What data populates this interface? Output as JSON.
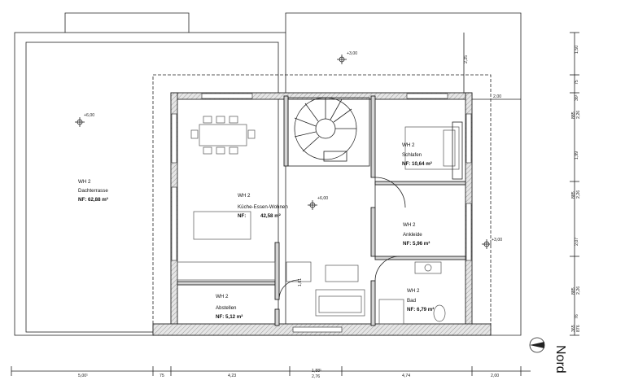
{
  "rooms": {
    "terrasse": {
      "unit": "WH 2",
      "name": "Dachterrasse",
      "area": "NF: 62,88 m²"
    },
    "kueche": {
      "unit": "WH 2",
      "name": "Küche-Essen-Wohnen",
      "nf": "NF:",
      "area": "42,58 m²"
    },
    "schlafen": {
      "unit": "WH 2",
      "name": "Schlafen",
      "area": "NF: 10,64 m²"
    },
    "ankleide": {
      "unit": "WH 2",
      "name": "Ankleide",
      "area": "NF: 5,96 m²"
    },
    "abstellen": {
      "unit": "WH 2",
      "name": "Abstellen",
      "area": "NF: 5,12 m²"
    },
    "bad": {
      "unit": "WH 2",
      "name": "Bad",
      "area": "NF: 6,79 m²"
    }
  },
  "levels": {
    "terrasse": "+6,00",
    "top": "+3,00",
    "kueche": "+6,00",
    "right": "+3,00"
  },
  "dimensions": {
    "bottom": [
      "5,00¹",
      "75",
      "4,23",
      "1,88¹",
      "2,76",
      "4,74",
      "2,00"
    ],
    "right": [
      "1,50",
      "2,25",
      "75",
      "36¹",
      "885",
      "2,26",
      "1,99",
      "885",
      "2,26",
      "2,07",
      "885",
      "2,26",
      "76",
      "365",
      "876"
    ],
    "right_small": "2,00",
    "stair": "1,01"
  },
  "north_label": "Nord"
}
